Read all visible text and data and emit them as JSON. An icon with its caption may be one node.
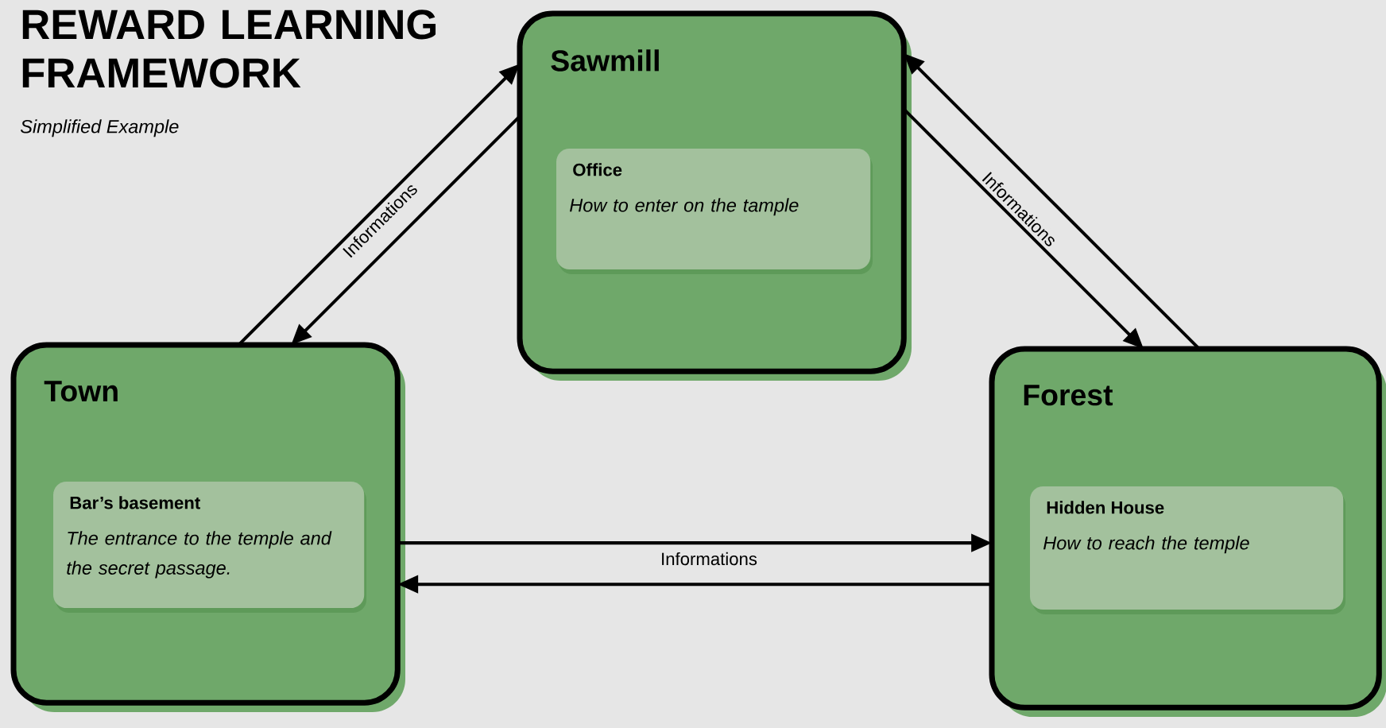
{
  "diagram": {
    "title": "REWARD LEARNING FRAMEWORK",
    "nodes": [
      {
        "text": [
          "Sawmill"
        ]
      },
      {
        "text": [
          "Office",
          "How to enter on the tample"
        ],
        "in": 0
      },
      {
        "text": [
          "Town"
        ]
      },
      {
        "text": [
          "Bar’s basement",
          "The entrance to the temple and the secret passage."
        ],
        "in": 2
      },
      {
        "text": [
          "Forest"
        ]
      },
      {
        "text": [
          "Hidden House",
          "How to reach the temple"
        ],
        "in": 4
      }
    ],
    "edges": [
      {
        "from": 2,
        "to": 0,
        "arrow": "to",
        "label": "Informations"
      },
      {
        "from": 0,
        "to": 2,
        "arrow": "to"
      },
      {
        "from": 0,
        "to": 4,
        "arrow": "to",
        "label": "Informations"
      },
      {
        "from": 4,
        "to": 0,
        "arrow": "to"
      },
      {
        "from": 2,
        "to": 4,
        "arrow": "to",
        "label": "Informations"
      },
      {
        "from": 4,
        "to": 2,
        "arrow": "to"
      }
    ],
    "labels": [
      "Simplified Example"
    ]
  }
}
